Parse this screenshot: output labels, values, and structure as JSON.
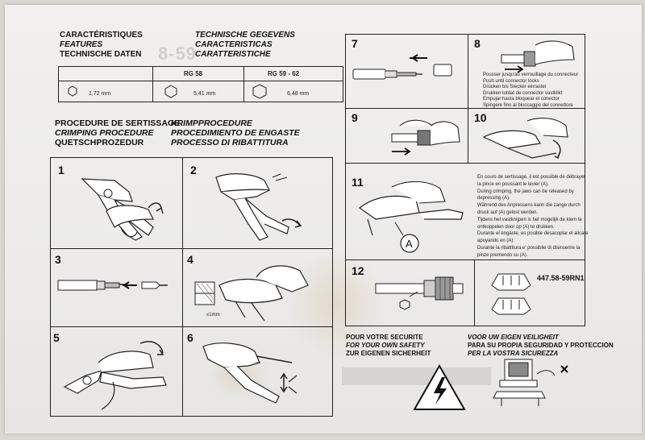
{
  "specs": {
    "left": [
      "CARACTÉRISTIQUES",
      "FEATURES",
      "TECHNISCHE DATEN"
    ],
    "right": [
      "TECHNISCHE GEGEVENS",
      "CARACTERISTICAS",
      "CARATTERISTICHE"
    ],
    "col_rg58": "RG 58",
    "col_rg5962": "RG 59 - 62",
    "size1": "1,72 mm",
    "size2": "5,41 mm",
    "size3": "6,48 mm"
  },
  "procedure": {
    "left": [
      "PROCEDURE DE SERTISSAGE",
      "CRIMPING PROCEDURE",
      "QUETSCHPROZEDUR"
    ],
    "right": [
      "KRIMPPROCEDURE",
      "PROCEDIMIENTO DE ENGASTE",
      "PROCESSO DI RIBATTITURA"
    ]
  },
  "steps": {
    "s1": "1",
    "s2": "2",
    "s3": "3",
    "s4": "4",
    "s5": "5",
    "s6": "6",
    "s7": "7",
    "s8": "8",
    "s9": "9",
    "s10": "10",
    "s11": "11",
    "s12": "12"
  },
  "step4_dim": "≤1mm",
  "step8_text": [
    "Pousser jusqu'au verrouillage du connecteur",
    "Push until connector locks",
    "Drücken bis Stecker einrastet",
    "Drukken totdat de connector vastklikt",
    "Empujar hasta bloquear el conector",
    "Spingere fino al bloccaggio del connettore"
  ],
  "step11_text": [
    "En cours de sertissage, il est possible de débrayer",
    "la pince en poussant le levier (A).",
    "During crimping, the jaws can be released by",
    "depressing (A).",
    "Während des Anpressens kann die zange durch",
    "druck auf (A) gelost werden.",
    "Tijdens het vastknijpen is het mogelijk de klem te",
    "ontkoppelen door op (A) te drukken.",
    "Durante el engaste, es posible desacoplar el alicate",
    "apoyando en (A).",
    "Durante la ribattitura e' possibile di disinserire la",
    "pinze premendo su (A)."
  ],
  "step11_label": "A",
  "part_number": "447.58-59RN1",
  "safety": {
    "left": [
      "POUR VOTRE SECURITE",
      "FOR YOUR OWN SAFETY",
      "ZUR EIGENEN SICHERHEIT"
    ],
    "right": [
      "VOOR UW EIGEN VEILIGHEIT",
      "PARA SU PROPIA SEGURIDAD Y PROTECCION",
      "PER LA VOSTRA SICUREZZA"
    ]
  }
}
